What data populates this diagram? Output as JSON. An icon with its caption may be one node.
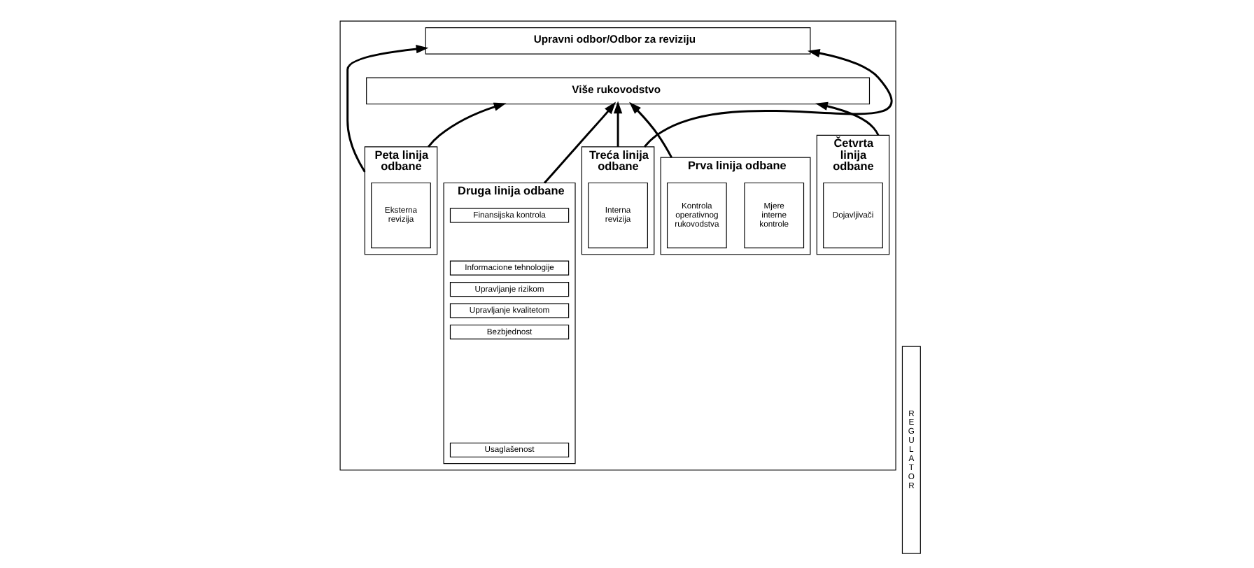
{
  "diagram": {
    "nodes": [
      {
        "text": [],
        "shape": "box"
      },
      {
        "text": [
          "Upravni odbor/Odbor za reviziju"
        ],
        "in": 0
      },
      {
        "text": [
          "Više rukovodstvo"
        ],
        "in": 0
      },
      {
        "text": [
          "Prva linija odbane"
        ],
        "in": 0
      },
      {
        "text": [
          "Kontrola operativnog rukovodstva"
        ],
        "in": 3
      },
      {
        "text": [
          "Mjere interne kontrole"
        ],
        "in": 3
      },
      {
        "text": [
          "Druga linija odbane"
        ],
        "in": 0
      },
      {
        "text": [
          "Finansijska kontrola"
        ],
        "in": 6
      },
      {
        "text": [
          "Informacione tehnologije"
        ],
        "in": 6
      },
      {
        "text": [
          "Upravljanje rizikom"
        ],
        "in": 6
      },
      {
        "text": [
          "Upravljanje kvalitetom"
        ],
        "in": 6
      },
      {
        "text": [
          "Bezbjednost"
        ],
        "in": 6
      },
      {
        "text": [
          "Usaglašenost"
        ],
        "in": 6
      },
      {
        "text": [
          "Treća linija odbane"
        ],
        "in": 0
      },
      {
        "text": [
          "Interna revizija"
        ],
        "in": 13
      },
      {
        "text": [
          "Četvrta linija odbane"
        ],
        "in": 0
      },
      {
        "text": [
          "Dojavljivači"
        ],
        "in": 15
      },
      {
        "text": [
          "Peta linija odbane"
        ],
        "in": 0
      },
      {
        "text": [
          "Eksterna revizija"
        ],
        "in": 17
      },
      {
        "text": [
          "R E G U L A T O R"
        ]
      }
    ],
    "edges": [
      {
        "from": 3,
        "to": 2,
        "arrow": "to"
      },
      {
        "from": 6,
        "to": 2,
        "arrow": "to"
      },
      {
        "from": 13,
        "to": 2,
        "arrow": "to"
      },
      {
        "from": 13,
        "to": 1,
        "arrow": "to"
      },
      {
        "from": 15,
        "to": 2,
        "arrow": "to"
      },
      {
        "from": 17,
        "to": 1,
        "arrow": "to"
      },
      {
        "from": 17,
        "to": 2,
        "arrow": "to"
      }
    ]
  }
}
